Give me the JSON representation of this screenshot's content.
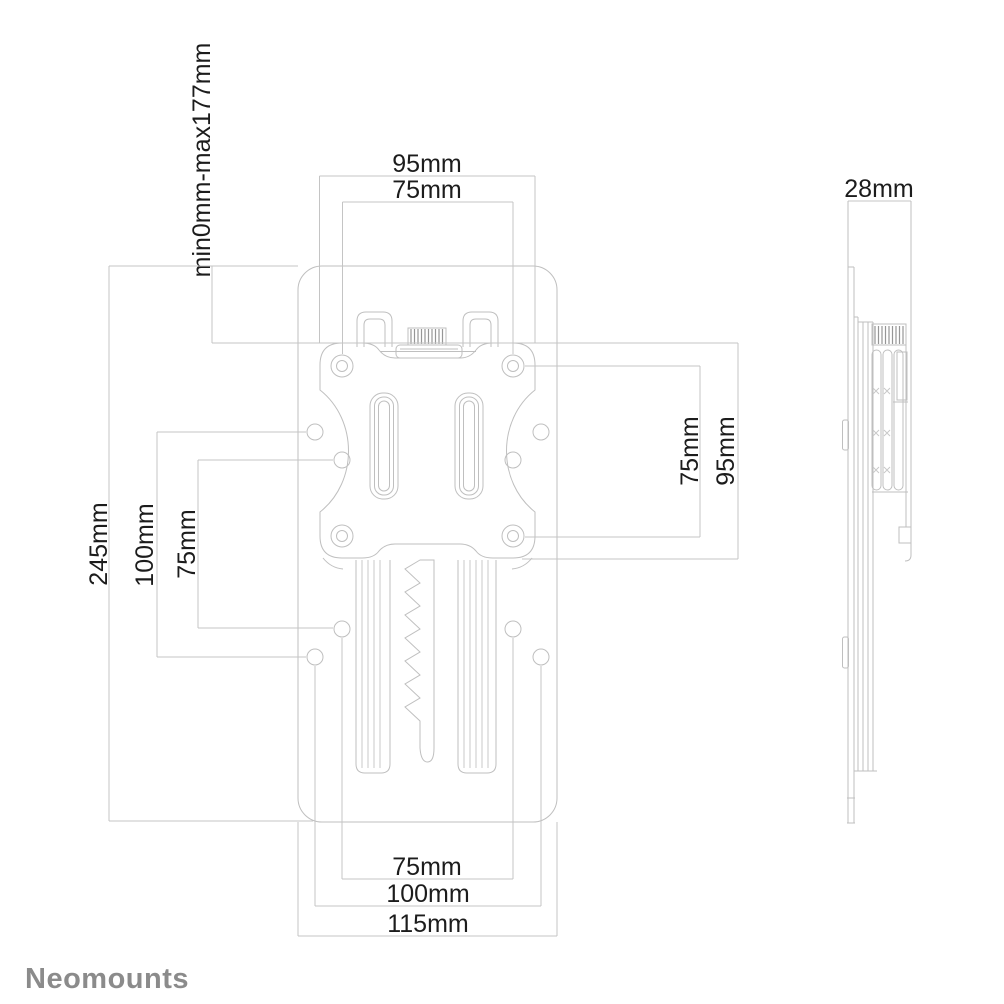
{
  "page": {
    "background_color": "#ffffff"
  },
  "brand": {
    "logo_text": "Neomounts",
    "logo_color": "#8b8b8b"
  },
  "drawing": {
    "line_color": "#bfbfbf",
    "label_color": "#1c1c1c",
    "dimensions": {
      "top_outer": "95mm",
      "top_inner": "75mm",
      "adjustment_range": "min0mm-max177mm",
      "left_outer": "245mm",
      "left_middle": "100mm",
      "left_inner": "75mm",
      "right_inner": "75mm",
      "right_outer": "95mm",
      "bottom_inner": "75mm",
      "bottom_middle": "100mm",
      "bottom_outer": "115mm",
      "side_depth": "28mm"
    }
  }
}
